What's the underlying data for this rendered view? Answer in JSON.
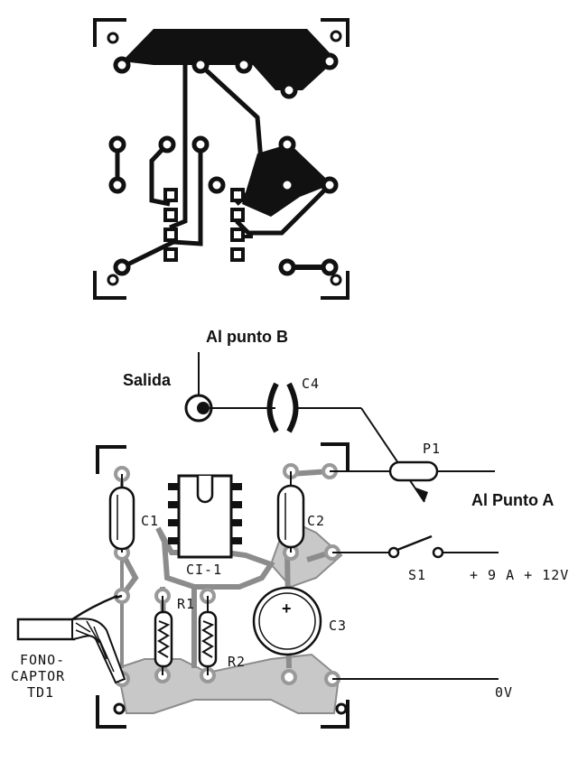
{
  "labels": {
    "al_punto_b": "Al punto B",
    "salida": "Salida",
    "c4": "C4",
    "p1": "P1",
    "al_punto_a": "Al Punto A",
    "c1": "C1",
    "c2": "C2",
    "ci1": "CI-1",
    "s1": "S1",
    "supply": "+ 9 A + 12V",
    "r1": "R1",
    "r2": "R2",
    "c3": "C3",
    "fono": "FONO-",
    "captor": "CAPTOR",
    "td1": "TD1",
    "zero_v": "0V"
  },
  "colors": {
    "ink": "#111111",
    "copper_fill": "#c8c8c8",
    "background": "#ffffff"
  }
}
